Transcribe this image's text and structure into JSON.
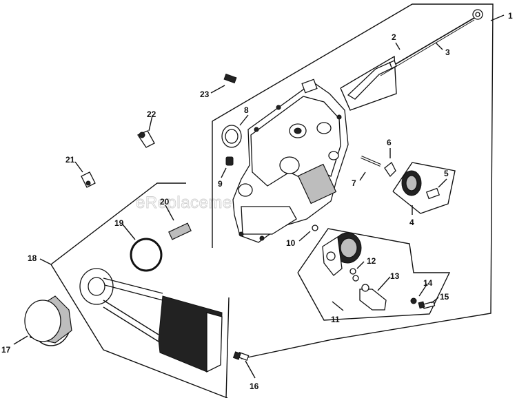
{
  "watermark": "eReplacementParts.com",
  "callouts": [
    {
      "id": "1",
      "label": "1"
    },
    {
      "id": "2",
      "label": "2"
    },
    {
      "id": "3",
      "label": "3"
    },
    {
      "id": "4",
      "label": "4"
    },
    {
      "id": "5",
      "label": "5"
    },
    {
      "id": "6",
      "label": "6"
    },
    {
      "id": "7",
      "label": "7"
    },
    {
      "id": "8",
      "label": "8"
    },
    {
      "id": "9",
      "label": "9"
    },
    {
      "id": "10",
      "label": "10"
    },
    {
      "id": "11",
      "label": "11"
    },
    {
      "id": "12",
      "label": "12"
    },
    {
      "id": "13",
      "label": "13"
    },
    {
      "id": "14",
      "label": "14"
    },
    {
      "id": "15",
      "label": "15"
    },
    {
      "id": "16",
      "label": "16"
    },
    {
      "id": "17",
      "label": "17"
    },
    {
      "id": "18",
      "label": "18"
    },
    {
      "id": "19",
      "label": "19"
    },
    {
      "id": "20",
      "label": "20"
    },
    {
      "id": "21",
      "label": "21"
    },
    {
      "id": "22",
      "label": "22"
    },
    {
      "id": "23",
      "label": "23"
    }
  ]
}
